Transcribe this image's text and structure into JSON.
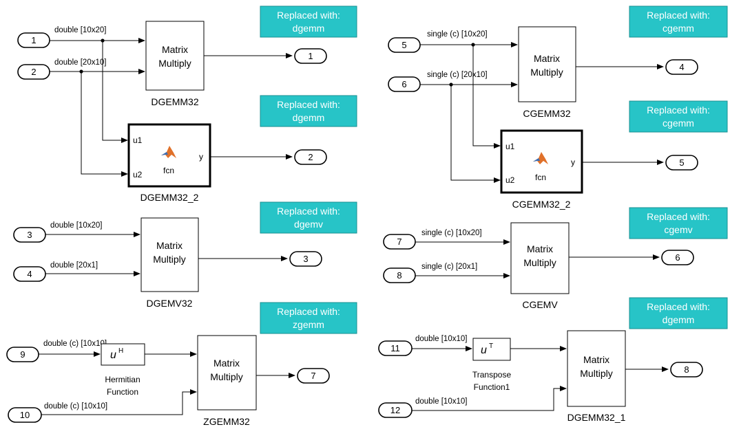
{
  "notes": {
    "n1": [
      "Replaced with:",
      "dgemm"
    ],
    "n2": [
      "Replaced with:",
      "dgemm"
    ],
    "n3": [
      "Replaced with:",
      "dgemv"
    ],
    "n4": [
      "Replaced with:",
      "zgemm"
    ],
    "n5": [
      "Replaced with:",
      "cgemm"
    ],
    "n6": [
      "Replaced with:",
      "cgemm"
    ],
    "n7": [
      "Replaced with:",
      "cgemv"
    ],
    "n8": [
      "Replaced with:",
      "dgemm"
    ]
  },
  "inports": {
    "p1": "1",
    "p2": "2",
    "p3": "3",
    "p4": "4",
    "p5": "5",
    "p6": "6",
    "p7": "7",
    "p8": "8",
    "p9": "9",
    "p10": "10",
    "p11": "11",
    "p12": "12"
  },
  "outports": {
    "o1": "1",
    "o2": "2",
    "o3": "3",
    "o4": "4",
    "o5": "5",
    "o6": "6",
    "o7": "7",
    "o8": "8"
  },
  "signals": {
    "s1": "double [10x20]",
    "s2": "double [20x10]",
    "s3": "double [10x20]",
    "s4": "double [20x1]",
    "s9": "double (c) [10x10]",
    "s10": "double (c) [10x10]",
    "s5": "single (c) [10x20]",
    "s6": "single (c) [20x10]",
    "s7": "single (c) [10x20]",
    "s8": "single (c) [20x1]",
    "s11": "double [10x10]",
    "s12": "double [10x10]"
  },
  "blocks": {
    "matrix_multiply_line1": "Matrix",
    "matrix_multiply_line2": "Multiply",
    "dgemm32": "DGEMM32",
    "dgemm32_2": "DGEMM32_2",
    "dgemv32": "DGEMV32",
    "zgemm32": "ZGEMM32",
    "cgemm32": "CGEMM32",
    "cgemm32_2": "CGEMM32_2",
    "cgemv": "CGEMV",
    "dgemm32_1": "DGEMM32_1",
    "fcn": "fcn",
    "u1": "u1",
    "u2": "u2",
    "y": "y",
    "hermitian_line1": "Hermitian",
    "hermitian_line2": "Function",
    "transpose_line1": "Transpose",
    "transpose_line2": "Function1",
    "u_symbol": "u",
    "herm_sup": "H",
    "trans_sup": "T"
  },
  "colors": {
    "note_fill": "#27c4c7",
    "note_text": "#ffffff",
    "matlab_icon": "#e0712a"
  }
}
